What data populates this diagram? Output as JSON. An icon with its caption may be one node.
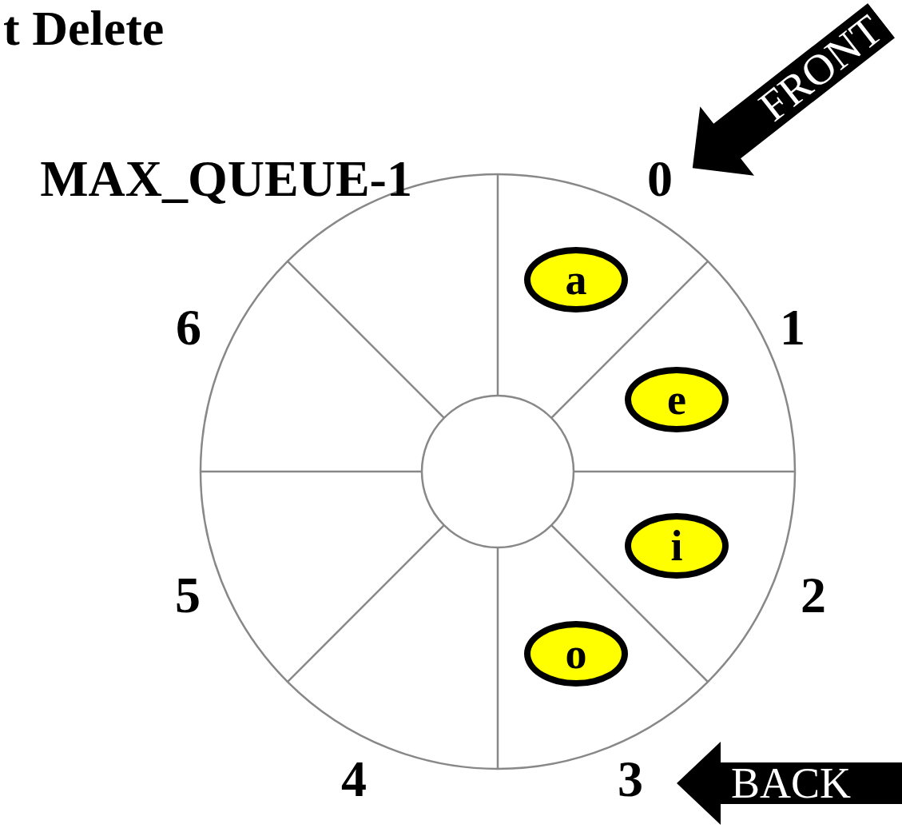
{
  "diagram": {
    "title": "t Delete",
    "nodes": [
      {
        "text": [
          "FRONT"
        ]
      },
      {
        "text": [
          "a"
        ]
      },
      {
        "text": [
          "e"
        ]
      },
      {
        "text": [
          "i"
        ]
      },
      {
        "text": [
          "o"
        ]
      },
      {
        "text": [
          "BACK"
        ]
      }
    ],
    "labels": [
      "MAX_QUEUE-1",
      "0",
      "6",
      "1",
      "5",
      "2",
      "4",
      "3"
    ]
  }
}
